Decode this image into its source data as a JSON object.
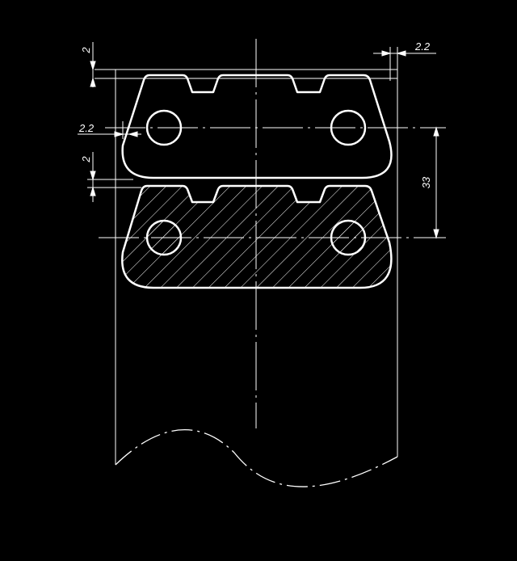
{
  "colors": {
    "background": "#000000",
    "line": "#ffffff"
  },
  "dimensions": {
    "top_gap": "2",
    "top_right_offset": "2.2",
    "left_offset": "2.2",
    "middle_gap": "2",
    "center_distance": "33"
  }
}
